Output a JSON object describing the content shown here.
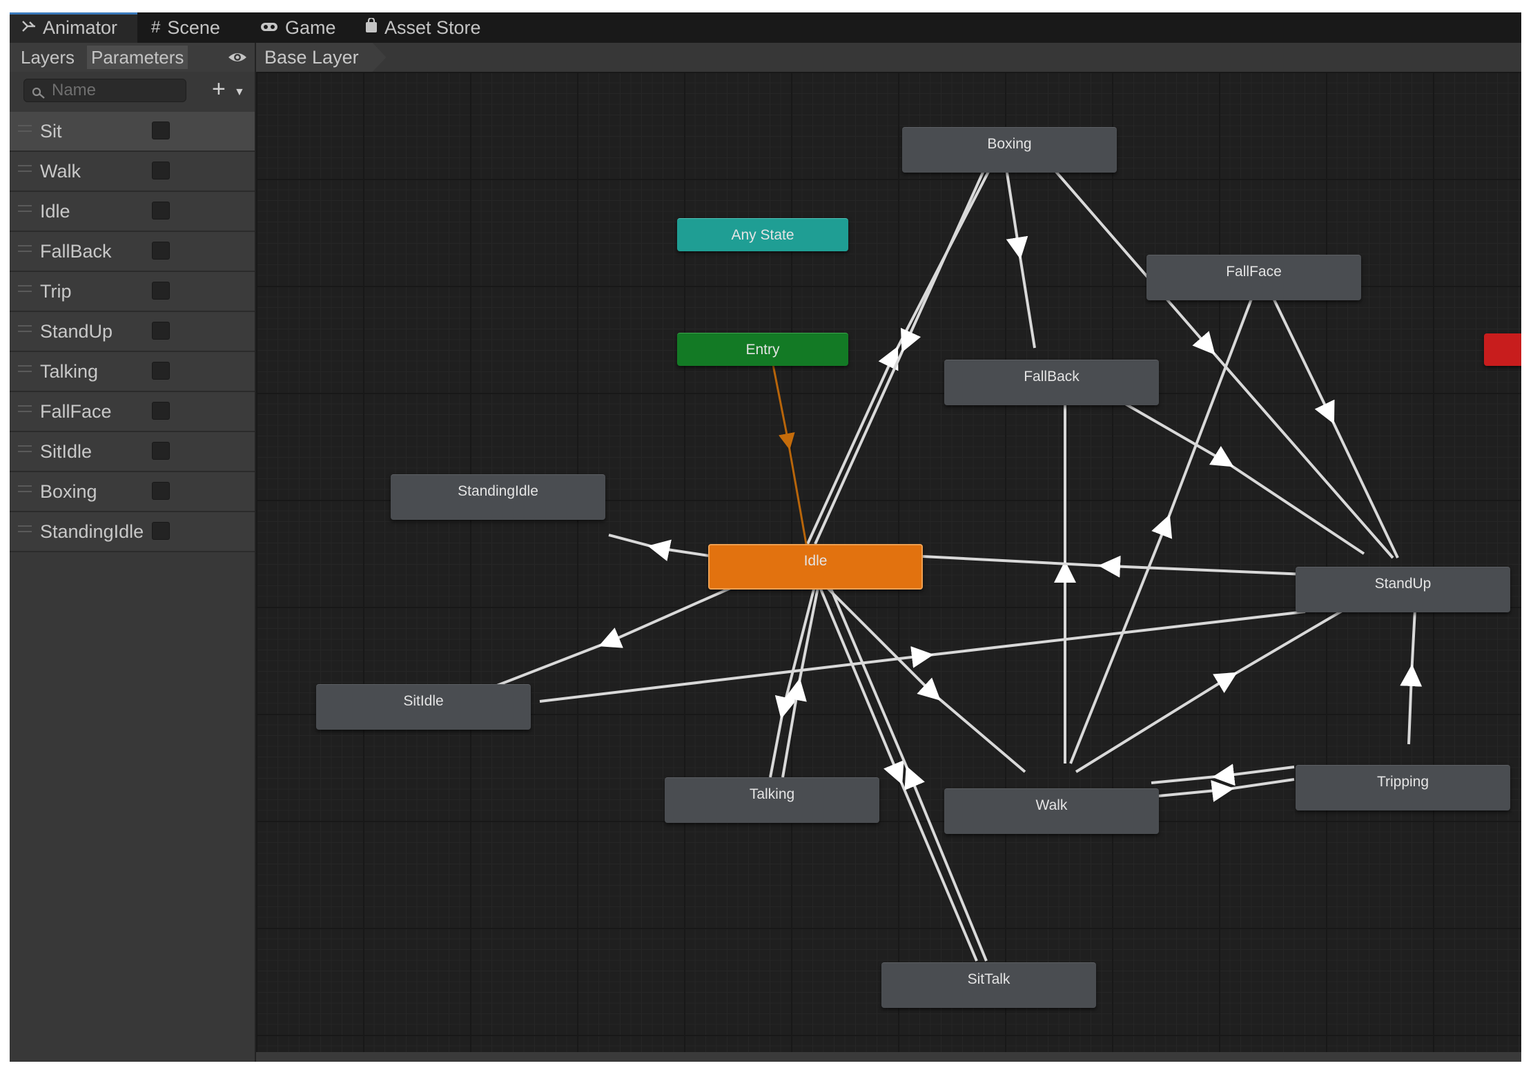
{
  "tabs": {
    "animator": {
      "icon": "animator-icon",
      "label": "Animator"
    },
    "scene": {
      "icon": "grid-icon",
      "label": "Scene"
    },
    "game": {
      "icon": "gamepad-icon",
      "label": "Game"
    },
    "asset_store": {
      "icon": "shopping-bag-icon",
      "label": "Asset Store"
    }
  },
  "left_panel": {
    "tab_layers": "Layers",
    "tab_parameters": "Parameters",
    "visibility_icon": "eye-icon",
    "search_placeholder": "Name",
    "add_icon": "plus-dropdown-icon",
    "parameters": [
      {
        "name": "Sit",
        "value": false,
        "selected": true
      },
      {
        "name": "Walk",
        "value": false
      },
      {
        "name": "Idle",
        "value": false
      },
      {
        "name": "FallBack",
        "value": false
      },
      {
        "name": "Trip",
        "value": false
      },
      {
        "name": "StandUp",
        "value": false
      },
      {
        "name": "Talking",
        "value": false
      },
      {
        "name": "FallFace",
        "value": false
      },
      {
        "name": "SitIdle",
        "value": false
      },
      {
        "name": "Boxing",
        "value": false
      },
      {
        "name": "StandingIdle",
        "value": false
      }
    ]
  },
  "breadcrumb": "Base Layer",
  "graph": {
    "states": {
      "boxing": "Boxing",
      "any_state": "Any State",
      "fall_face": "FallFace",
      "entry": "Entry",
      "fall_back": "FallBack",
      "standing_idle": "StandingIdle",
      "idle": "Idle",
      "stand_up": "StandUp",
      "sit_idle": "SitIdle",
      "talking": "Talking",
      "walk": "Walk",
      "tripping": "Tripping",
      "sit_talk": "SitTalk",
      "exit": ""
    },
    "colors": {
      "default_state": "#4a4d51",
      "default_state_node": "#e2720f",
      "any_state": "#1f9e94",
      "entry": "#137a25",
      "exit": "#c81d1d",
      "transition": "#d9d9d9",
      "entry_transition": "#b8650a"
    },
    "transitions": [
      {
        "from": "Entry",
        "to": "Idle"
      },
      {
        "from": "Idle",
        "to": "StandingIdle"
      },
      {
        "from": "Idle",
        "to": "SitIdle"
      },
      {
        "from": "Idle",
        "to": "Boxing"
      },
      {
        "from": "Boxing",
        "to": "Idle"
      },
      {
        "from": "Boxing",
        "to": "FallBack"
      },
      {
        "from": "Boxing",
        "to": "StandUp"
      },
      {
        "from": "FallFace",
        "to": "StandUp"
      },
      {
        "from": "Walk",
        "to": "FallFace"
      },
      {
        "from": "FallBack",
        "to": "StandUp"
      },
      {
        "from": "Walk",
        "to": "FallBack"
      },
      {
        "from": "StandUp",
        "to": "Idle"
      },
      {
        "from": "SitIdle",
        "to": "StandUp"
      },
      {
        "from": "Idle",
        "to": "Talking"
      },
      {
        "from": "Talking",
        "to": "Idle"
      },
      {
        "from": "Idle",
        "to": "Walk"
      },
      {
        "from": "Walk",
        "to": "StandUp"
      },
      {
        "from": "Idle",
        "to": "SitTalk"
      },
      {
        "from": "SitTalk",
        "to": "Idle"
      },
      {
        "from": "Tripping",
        "to": "Walk"
      },
      {
        "from": "Walk",
        "to": "Tripping"
      },
      {
        "from": "Tripping",
        "to": "StandUp"
      }
    ]
  }
}
